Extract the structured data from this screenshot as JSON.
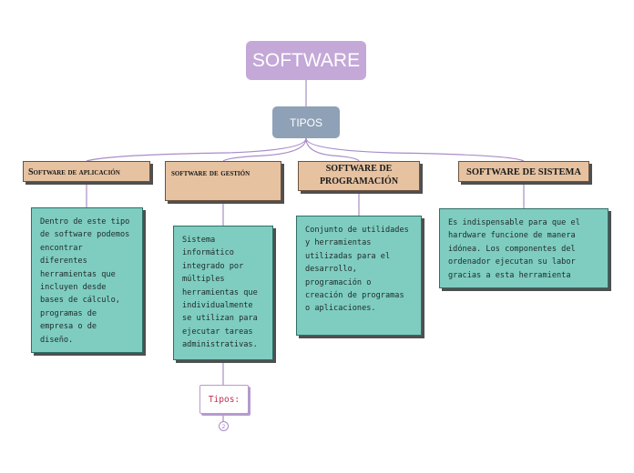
{
  "root": {
    "label": "SOFTWARE"
  },
  "tipos": {
    "label": "TIPOS"
  },
  "categories": [
    {
      "title": "Software de aplicación",
      "description": "Dentro de este tipo de software podemos encontrar diferentes herramientas que incluyen desde bases de cálculo, programas de empresa o de diseño."
    },
    {
      "title": "software de gestión",
      "description": "Sistema informático integrado por múltiples herramientas que individualmente se utilizan para ejecutar tareas administrativas."
    },
    {
      "title": "SOFTWARE DE PROGRAMACIÓN",
      "description": "Conjunto de utilidades y herramientas utilizadas para el desarrollo, programación o creación de programas o aplicaciones."
    },
    {
      "title": "SOFTWARE DE SISTEMA",
      "description": "Es indispensable para que el hardware funcione de manera idónea. Los componentes del ordenador ejecutan su labor gracias a esta herramienta"
    }
  ],
  "sub_node": {
    "label": "Tipos:",
    "collapsed_count": "2"
  },
  "colors": {
    "root": "#c4a8d8",
    "tipos": "#8fa1b7",
    "category": "#e6c2a1",
    "description": "#7ecdc0",
    "connector": "#a98cc8"
  }
}
